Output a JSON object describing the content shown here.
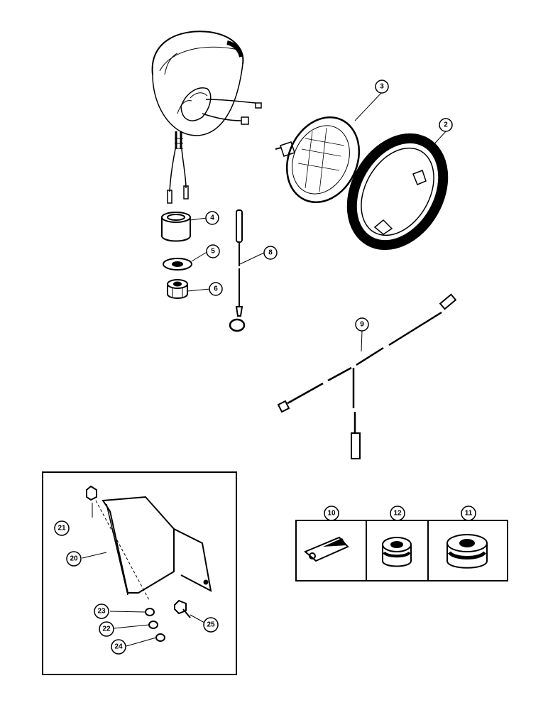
{
  "callouts": {
    "c2": "2",
    "c3": "3",
    "c4": "4",
    "c5": "5",
    "c6": "6",
    "c8": "8",
    "c9": "9",
    "c10": "10",
    "c11": "11",
    "c12": "12",
    "c20": "20",
    "c21": "21",
    "c22": "22",
    "c23": "23",
    "c24": "24",
    "c25": "25"
  },
  "colors": {
    "ink": "#000000",
    "paper": "#ffffff"
  }
}
